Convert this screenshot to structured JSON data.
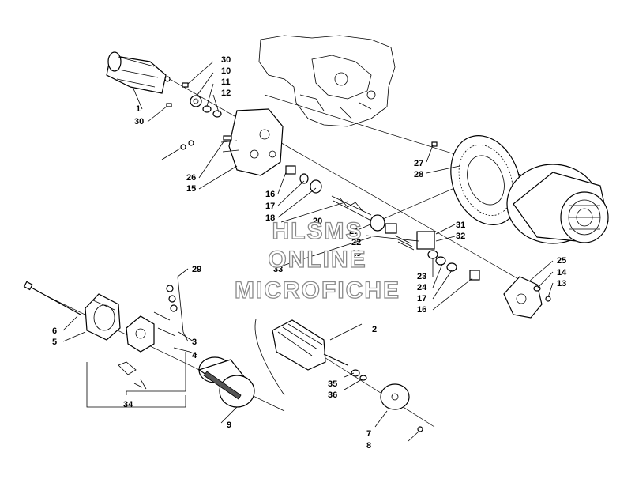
{
  "diagram": {
    "callouts": [
      "30",
      "10",
      "11",
      "12",
      "1",
      "30",
      "26",
      "15",
      "16",
      "17",
      "18",
      "20",
      "21",
      "22",
      "19",
      "33",
      "31",
      "32",
      "23",
      "24",
      "17",
      "16",
      "27",
      "28",
      "25",
      "14",
      "13",
      "29",
      "6",
      "5",
      "3",
      "4",
      "34",
      "9",
      "2",
      "35",
      "36",
      "7",
      "8"
    ]
  },
  "watermark": {
    "line1": "HLSMS",
    "line2": "ONLINE",
    "line3": "MICROFICHE"
  }
}
